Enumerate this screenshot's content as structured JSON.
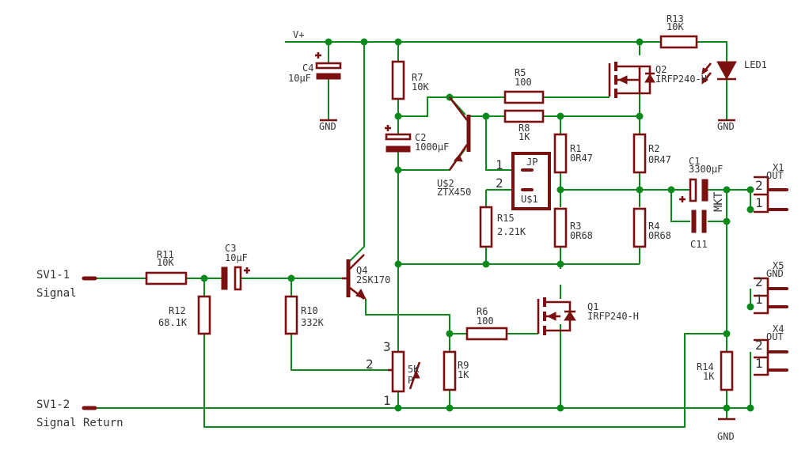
{
  "supply_label": "V+",
  "gnd_label": "GND",
  "connectors": {
    "sv1_1_name": "SV1-1",
    "sv1_1_desc": "Signal",
    "sv1_2_name": "SV1-2",
    "sv1_2_desc": "Signal Return",
    "x1_name": "X1",
    "x1_pin": "OUT",
    "x4_name": "X4",
    "x4_pin": "OUT",
    "x5_name": "X5",
    "x5_pin": "GND"
  },
  "pin_numbers": {
    "one": "1",
    "two": "2",
    "three": "3"
  },
  "components": {
    "r13": {
      "name": "R13",
      "value": "10K"
    },
    "led1": {
      "name": "LED1"
    },
    "c4": {
      "name": "C4",
      "value": "10µF"
    },
    "r7": {
      "name": "R7",
      "value": "10K"
    },
    "r5": {
      "name": "R5",
      "value": "100"
    },
    "r8": {
      "name": "R8",
      "value": "1K"
    },
    "q2": {
      "name": "Q2",
      "value": "IRFP240-H"
    },
    "c2": {
      "name": "C2",
      "value": "1000µF"
    },
    "u2": {
      "name": "U$2",
      "value": "ZTX450"
    },
    "jp": {
      "name": "JP",
      "ref": "U$1"
    },
    "r1": {
      "name": "R1",
      "value": "0R47"
    },
    "r2": {
      "name": "R2",
      "value": "0R47"
    },
    "c1": {
      "name": "C1",
      "value": "3300µF"
    },
    "c11": {
      "name": "C11",
      "value": "MKT"
    },
    "r15": {
      "name": "R15",
      "value": "2.21K"
    },
    "r3": {
      "name": "R3",
      "value": "0R68"
    },
    "r4": {
      "name": "R4",
      "value": "0R68"
    },
    "r11": {
      "name": "R11",
      "value": "10K"
    },
    "c3": {
      "name": "C3",
      "value": "10µF"
    },
    "q4": {
      "name": "Q4",
      "value": "2SK170"
    },
    "r12": {
      "name": "R12",
      "value": "68.1K"
    },
    "r10": {
      "name": "R10",
      "value": "332K"
    },
    "r6": {
      "name": "R6",
      "value": "100"
    },
    "q1": {
      "name": "Q1",
      "value": "IRFP240-H"
    },
    "p1": {
      "value": "5K",
      "ref": "P"
    },
    "r9": {
      "name": "R9",
      "value": "1K"
    },
    "r14": {
      "name": "R14",
      "value": "1K"
    }
  }
}
